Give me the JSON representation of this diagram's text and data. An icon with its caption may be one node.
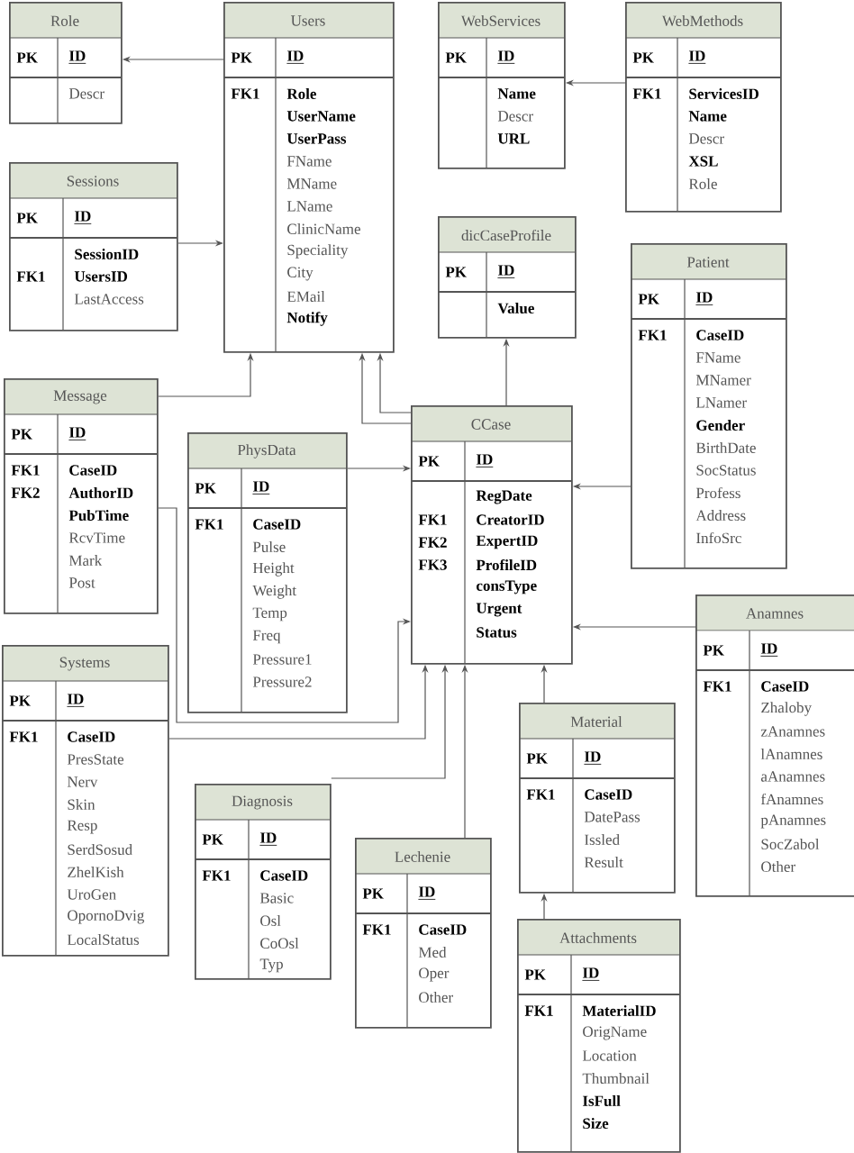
{
  "diagram": {
    "nodes": [
      {
        "text": [
          "Role",
          "PK",
          "ID",
          "Descr"
        ]
      },
      {
        "text": [
          "Users",
          "PK",
          "ID",
          "FK1",
          "Role",
          "UserName",
          "UserPass",
          "FName",
          "MName",
          "LName",
          "ClinicName",
          "Speciality",
          "City",
          "EMail",
          "Notify"
        ]
      },
      {
        "text": [
          "WebServices",
          "PK",
          "ID",
          "Name",
          "Descr",
          "URL"
        ]
      },
      {
        "text": [
          "WebMethods",
          "PK",
          "ID",
          "FK1",
          "ServicesID",
          "Name",
          "Descr",
          "XSL",
          "Role"
        ]
      },
      {
        "text": [
          "Sessions",
          "PK",
          "ID",
          "FK1",
          "SessionID",
          "UsersID",
          "LastAccess"
        ]
      },
      {
        "text": [
          "dicCaseProfile",
          "PK",
          "ID",
          "Value"
        ]
      },
      {
        "text": [
          "Patient",
          "PK",
          "ID",
          "FK1",
          "CaseID",
          "FName",
          "MNamer",
          "LNamer",
          "Gender",
          "BirthDate",
          "SocStatus",
          "Profess",
          "Address",
          "InfoSrc"
        ]
      },
      {
        "text": [
          "Message",
          "PK",
          "ID",
          "FK1",
          "FK2",
          "CaseID",
          "AuthorID",
          "PubTime",
          "RcvTime",
          "Mark",
          "Post"
        ]
      },
      {
        "text": [
          "PhysData",
          "PK",
          "ID",
          "FK1",
          "CaseID",
          "Pulse",
          "Height",
          "Weight",
          "Temp",
          "Freq",
          "Pressure1",
          "Pressure2"
        ]
      },
      {
        "text": [
          "CCase",
          "PK",
          "ID",
          "FK1",
          "FK2",
          "FK3",
          "RegDate",
          "CreatorID",
          "ExpertID",
          "ProfileID",
          "consType",
          "Urgent",
          "Status"
        ]
      },
      {
        "text": [
          "Anamnes",
          "PK",
          "ID",
          "FK1",
          "CaseID",
          "Zhaloby",
          "zAnamnes",
          "lAnamnes",
          "aAnamnes",
          "fAnamnes",
          "pAnamnes",
          "SocZabol",
          "Other"
        ]
      },
      {
        "text": [
          "Systems",
          "PK",
          "ID",
          "FK1",
          "CaseID",
          "PresState",
          "Nerv",
          "Skin",
          "Resp",
          "SerdSosud",
          "ZhelKish",
          "UroGen",
          "OpornoDvig",
          "LocalStatus"
        ]
      },
      {
        "text": [
          "Material",
          "PK",
          "ID",
          "FK1",
          "CaseID",
          "DatePass",
          "Issled",
          "Result"
        ]
      },
      {
        "text": [
          "Diagnosis",
          "PK",
          "ID",
          "FK1",
          "CaseID",
          "Basic",
          "Osl",
          "CoOsl",
          "Typ"
        ]
      },
      {
        "text": [
          "Lechenie",
          "PK",
          "ID",
          "FK1",
          "CaseID",
          "Med",
          "Oper",
          "Other"
        ]
      },
      {
        "text": [
          "Attachments",
          "PK",
          "ID",
          "FK1",
          "MaterialID",
          "OrigName",
          "Location",
          "Thumbnail",
          "IsFull",
          "Size"
        ]
      }
    ],
    "edges": [
      {
        "from": 1,
        "to": 0,
        "arrow": "to"
      },
      {
        "from": 3,
        "to": 2,
        "arrow": "to"
      },
      {
        "from": 4,
        "to": 1,
        "arrow": "to"
      },
      {
        "from": 7,
        "to": 1,
        "arrow": "to"
      },
      {
        "from": 9,
        "to": 1,
        "arrow": "to"
      },
      {
        "from": 9,
        "to": 1,
        "arrow": "to"
      },
      {
        "from": 9,
        "to": 5,
        "arrow": "to"
      },
      {
        "from": 6,
        "to": 9,
        "arrow": "to"
      },
      {
        "from": 8,
        "to": 9,
        "arrow": "to"
      },
      {
        "from": 7,
        "to": 9,
        "arrow": "to"
      },
      {
        "from": 10,
        "to": 9,
        "arrow": "to"
      },
      {
        "from": 11,
        "to": 9,
        "arrow": "to"
      },
      {
        "from": 13,
        "to": 9,
        "arrow": "to"
      },
      {
        "from": 14,
        "to": 9,
        "arrow": "to"
      },
      {
        "from": 12,
        "to": 9,
        "arrow": "to"
      },
      {
        "from": 15,
        "to": 12,
        "arrow": "to"
      }
    ]
  }
}
